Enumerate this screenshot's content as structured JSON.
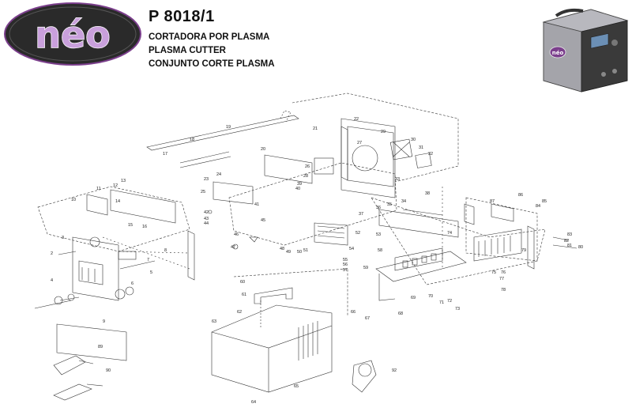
{
  "brand": {
    "logo_text": "néo"
  },
  "header": {
    "code": "P 8018/1",
    "lines": [
      "CORTADORA POR PLASMA",
      "PLASMA CUTTER",
      "CONJUNTO CORTE PLASMA"
    ]
  },
  "colors": {
    "logo_fill": "#2a2a2a",
    "logo_text": "#c9a0dc",
    "logo_ring": "#7b3f8c",
    "line": "#333333",
    "product_body": "#9a9aa0",
    "product_front": "#3a3a3a"
  },
  "product": {
    "icon": "plasma-cutter-machine-icon",
    "front_label": "néo"
  },
  "parts": [
    "2",
    "3",
    "4",
    "5",
    "6",
    "7",
    "8",
    "9",
    "10",
    "11",
    "12",
    "13",
    "14",
    "15",
    "16",
    "17",
    "18",
    "19",
    "20",
    "21",
    "22",
    "23",
    "24",
    "25",
    "26",
    "27",
    "28",
    "29",
    "30",
    "31",
    "32",
    "33",
    "34",
    "35",
    "36",
    "37",
    "38",
    "39",
    "40",
    "41",
    "42",
    "43",
    "44",
    "45",
    "46",
    "47",
    "48",
    "49",
    "50",
    "51",
    "52",
    "53",
    "54",
    "55",
    "56",
    "57",
    "58",
    "59",
    "60",
    "61",
    "62",
    "63",
    "64",
    "65",
    "66",
    "67",
    "68",
    "69",
    "70",
    "71",
    "72",
    "73",
    "74",
    "75",
    "76",
    "77",
    "78",
    "79",
    "80",
    "81",
    "82",
    "83",
    "84",
    "85",
    "86",
    "87",
    "89",
    "90",
    "92"
  ]
}
